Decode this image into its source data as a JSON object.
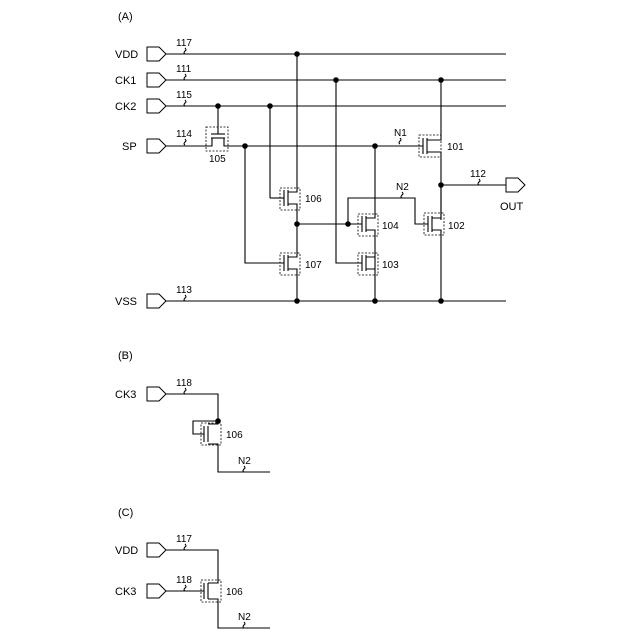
{
  "diagram_a": {
    "label": "(A)",
    "signals": {
      "vdd": "VDD",
      "ck1": "CK1",
      "ck2": "CK2",
      "sp": "SP",
      "vss": "VSS",
      "out": "OUT"
    },
    "wires": {
      "w117": "117",
      "w111": "111",
      "w115": "115",
      "w114": "114",
      "w113": "113",
      "w112": "112"
    },
    "nodes": {
      "n1": "N1",
      "n2": "N2"
    },
    "transistors": {
      "t101": "101",
      "t102": "102",
      "t103": "103",
      "t104": "104",
      "t105": "105",
      "t106": "106",
      "t107": "107"
    }
  },
  "diagram_b": {
    "label": "(B)",
    "signal": "CK3",
    "wire": "118",
    "transistor": "106",
    "node": "N2"
  },
  "diagram_c": {
    "label": "(C)",
    "signals": {
      "vdd": "VDD",
      "ck3": "CK3"
    },
    "wires": {
      "w117": "117",
      "w118": "118"
    },
    "transistor": "106",
    "node": "N2"
  }
}
